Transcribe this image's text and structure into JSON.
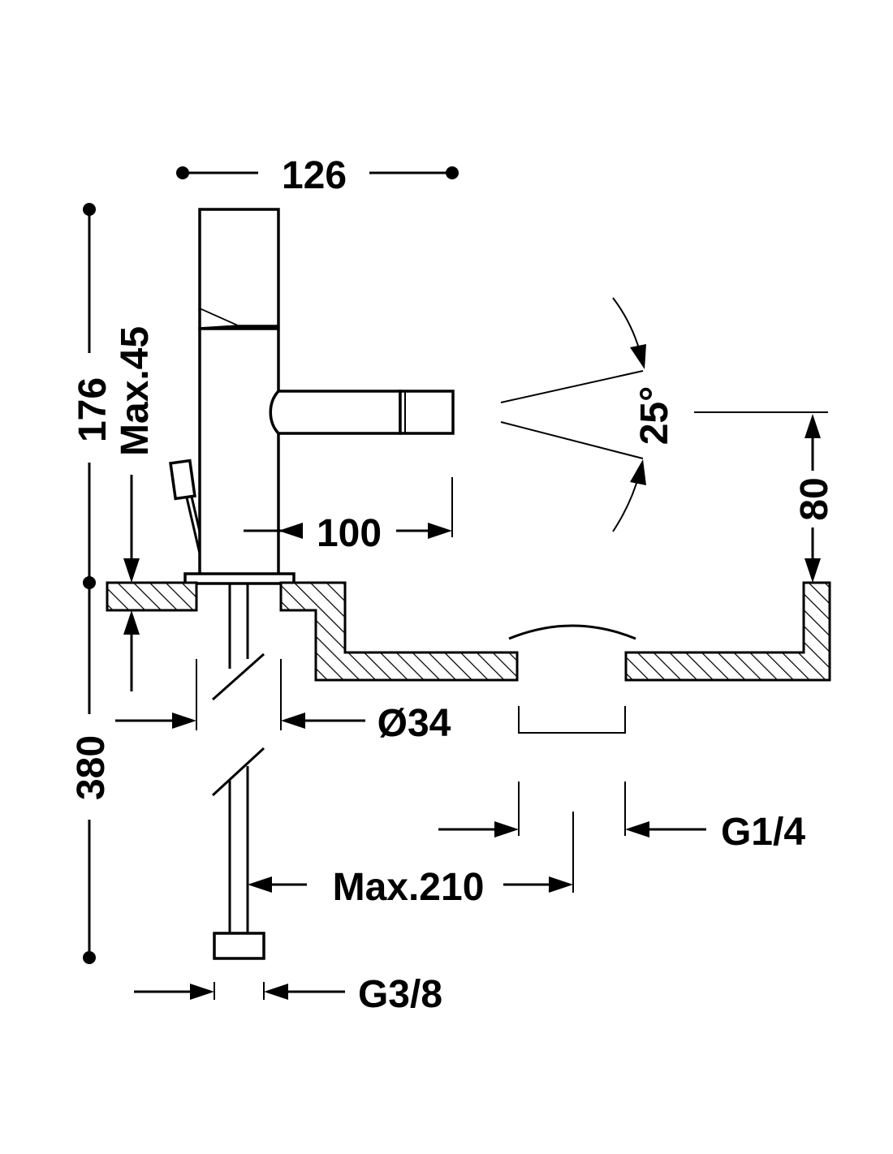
{
  "dimensions": {
    "width_total": "126",
    "height_total": "176",
    "max_deck": "Max.45",
    "spout_reach": "100",
    "spray_angle": "25°",
    "spout_height": "80",
    "hole_diameter": "Ø34",
    "inlet_length": "380",
    "flex_max": "Max.210",
    "outlet_thread": "G1/4",
    "inlet_thread": "G3/8"
  }
}
